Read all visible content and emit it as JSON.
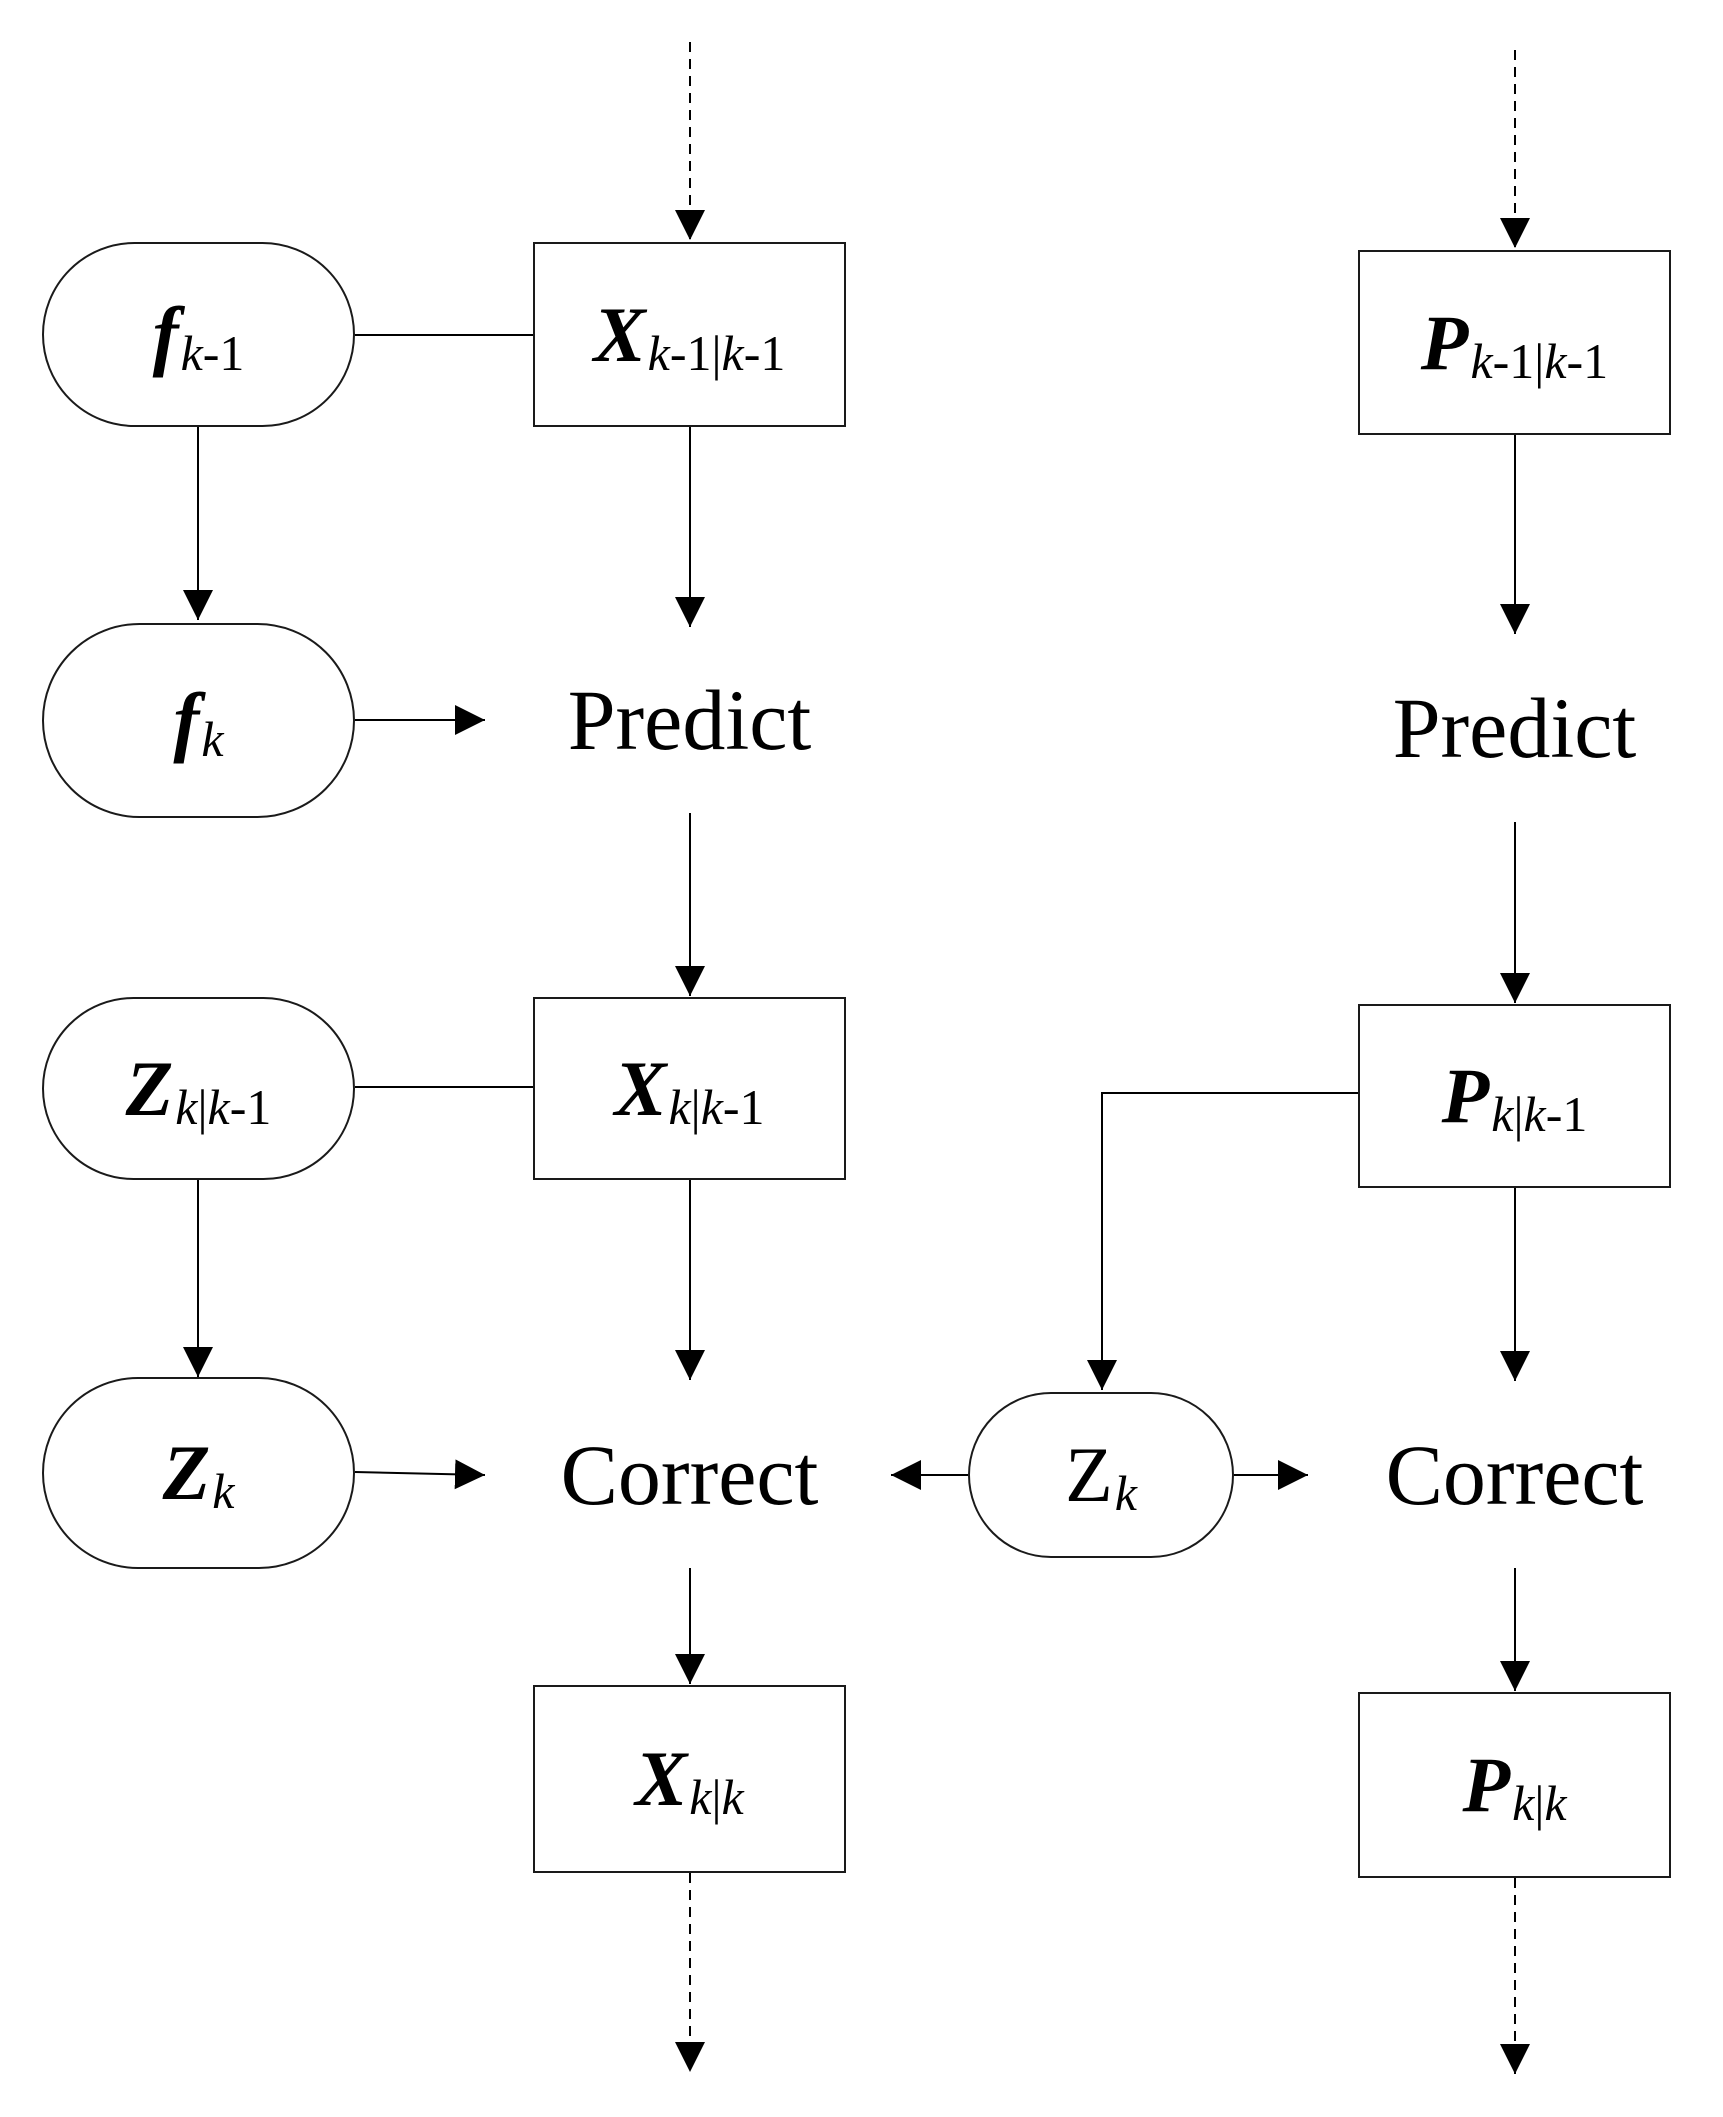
{
  "nodes": {
    "f_km1": {
      "sym": "f",
      "sub_k": "k",
      "sub_rest": "-1"
    },
    "f_k": {
      "sym": "f",
      "sub_k": "k",
      "sub_rest": ""
    },
    "z_kkm1": {
      "sym": "Z",
      "sub_k": "k",
      "sub_rest": "|",
      "sub_k2": "k",
      "sub_rest2": "-1"
    },
    "z_k": {
      "sym": "Z",
      "sub_k": "k",
      "sub_rest": ""
    },
    "x_km1km1": {
      "sym": "X",
      "sub_k": "k",
      "sub_rest": "-1|",
      "sub_k2": "k",
      "sub_rest2": "-1"
    },
    "x_kkm1": {
      "sym": "X",
      "sub_k": "k",
      "sub_rest": "|",
      "sub_k2": "k",
      "sub_rest2": "-1"
    },
    "x_kk": {
      "sym": "X",
      "sub_k": "k",
      "sub_rest": "|",
      "sub_k2": "k",
      "sub_rest2": ""
    },
    "p_km1km1": {
      "sym": "P",
      "sub_k": "k",
      "sub_rest": "-1|",
      "sub_k2": "k",
      "sub_rest2": "-1"
    },
    "p_kkm1": {
      "sym": "P",
      "sub_k": "k",
      "sub_rest": "|",
      "sub_k2": "k",
      "sub_rest2": "-1"
    },
    "p_kk": {
      "sym": "P",
      "sub_k": "k",
      "sub_rest": "|",
      "sub_k2": "k",
      "sub_rest2": ""
    },
    "z_k_plain": {
      "sym": "Z",
      "sub_k": "k"
    }
  },
  "labels": {
    "predict_left": "Predict",
    "predict_right": "Predict",
    "correct_left": "Correct",
    "correct_right": "Correct"
  }
}
